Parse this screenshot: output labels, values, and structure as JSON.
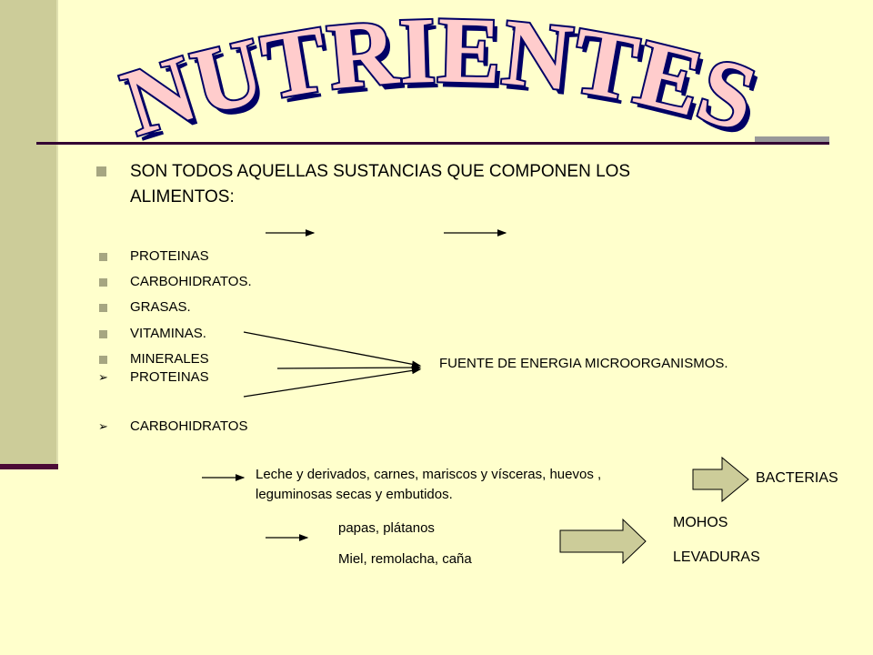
{
  "slide": {
    "title": "NUTRIENTES",
    "intro": {
      "line1": "SON TODOS AQUELLAS SUSTANCIAS QUE COMPONEN LOS",
      "line2": "ALIMENTOS:"
    },
    "list": [
      "PROTEINAS",
      "CARBOHIDRATOS.",
      "GRASAS.",
      "VITAMINAS.",
      "MINERALES"
    ],
    "arrow_list": [
      "PROTEINAS",
      "CARBOHIDRATOS"
    ],
    "energy_label": "FUENTE DE ENERGIA MICROORGANISMOS.",
    "protein_sources": {
      "line1": "Leche y derivados, carnes, mariscos y vísceras, huevos ,",
      "line2": "leguminosas secas y embutidos."
    },
    "carb_sources": {
      "line1": "papas, plátanos",
      "line2": "Miel, remolacha, caña"
    },
    "bacteria_label": "BACTERIAS",
    "molds_label": "MOHOS",
    "yeasts_label": "LEVADURAS"
  },
  "colors": {
    "background": "#ffffcc",
    "side_bar": "#cccc99",
    "accent_dark": "#4b0a36",
    "title_fill": "#ffcccc",
    "title_outline": "#000066",
    "block_arrow_fill": "#cccc99"
  }
}
